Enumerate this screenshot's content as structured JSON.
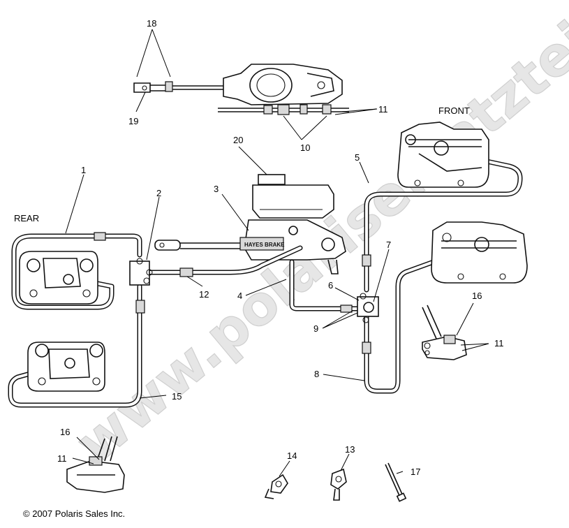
{
  "labels": {
    "rear": "REAR",
    "front": "FRONT",
    "brand": "HAYES BRAKE"
  },
  "callouts": [
    {
      "id": "c1",
      "text": "1"
    },
    {
      "id": "c2",
      "text": "2"
    },
    {
      "id": "c3",
      "text": "3"
    },
    {
      "id": "c4",
      "text": "4"
    },
    {
      "id": "c5",
      "text": "5"
    },
    {
      "id": "c6",
      "text": "6"
    },
    {
      "id": "c7",
      "text": "7"
    },
    {
      "id": "c8",
      "text": "8"
    },
    {
      "id": "c9",
      "text": "9"
    },
    {
      "id": "c10",
      "text": "10"
    },
    {
      "id": "c11a",
      "text": "11"
    },
    {
      "id": "c11b",
      "text": "11"
    },
    {
      "id": "c11c",
      "text": "11"
    },
    {
      "id": "c12",
      "text": "12"
    },
    {
      "id": "c13",
      "text": "13"
    },
    {
      "id": "c14",
      "text": "14"
    },
    {
      "id": "c15",
      "text": "15"
    },
    {
      "id": "c16a",
      "text": "16"
    },
    {
      "id": "c16b",
      "text": "16"
    },
    {
      "id": "c17",
      "text": "17"
    },
    {
      "id": "c18",
      "text": "18"
    },
    {
      "id": "c19",
      "text": "19"
    },
    {
      "id": "c20",
      "text": "20"
    }
  ],
  "watermark": "www.polarisersatzteile.de",
  "copyright": "© 2007 Polaris Sales Inc.",
  "colors": {
    "line": "#111111",
    "watermark": "#e6e6e6",
    "background": "#ffffff"
  }
}
